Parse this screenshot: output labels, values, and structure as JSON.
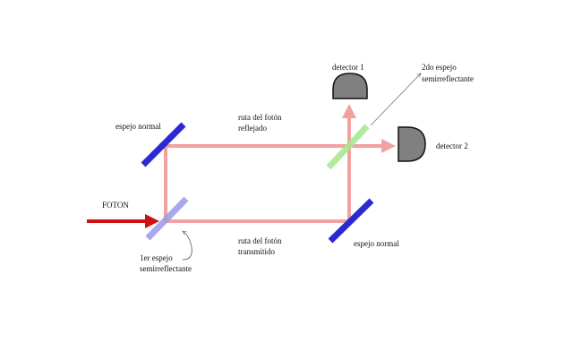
{
  "labels": {
    "mirror_top_left": "espejo normal",
    "mirror_bottom_right": "espejo normal",
    "path_reflected": [
      "ruta del fotón",
      "reflejado"
    ],
    "path_transmitted": [
      "ruta del fotón",
      "transmitido"
    ],
    "detector1": "detector 1",
    "detector2": "detector 2",
    "photon": "FOTON",
    "beamsplitter1": [
      "1er espejo",
      "semirreflectante"
    ],
    "beamsplitter2": [
      "2do espejo",
      "semirreflectante"
    ]
  },
  "colors": {
    "beam": "#f2a0a0",
    "input_beam": "#d01010",
    "mirror": "#2a2ad0",
    "beamsplitter1": "#9a9ae8",
    "beamsplitter2": "#a8e890",
    "detector": "#808080"
  }
}
